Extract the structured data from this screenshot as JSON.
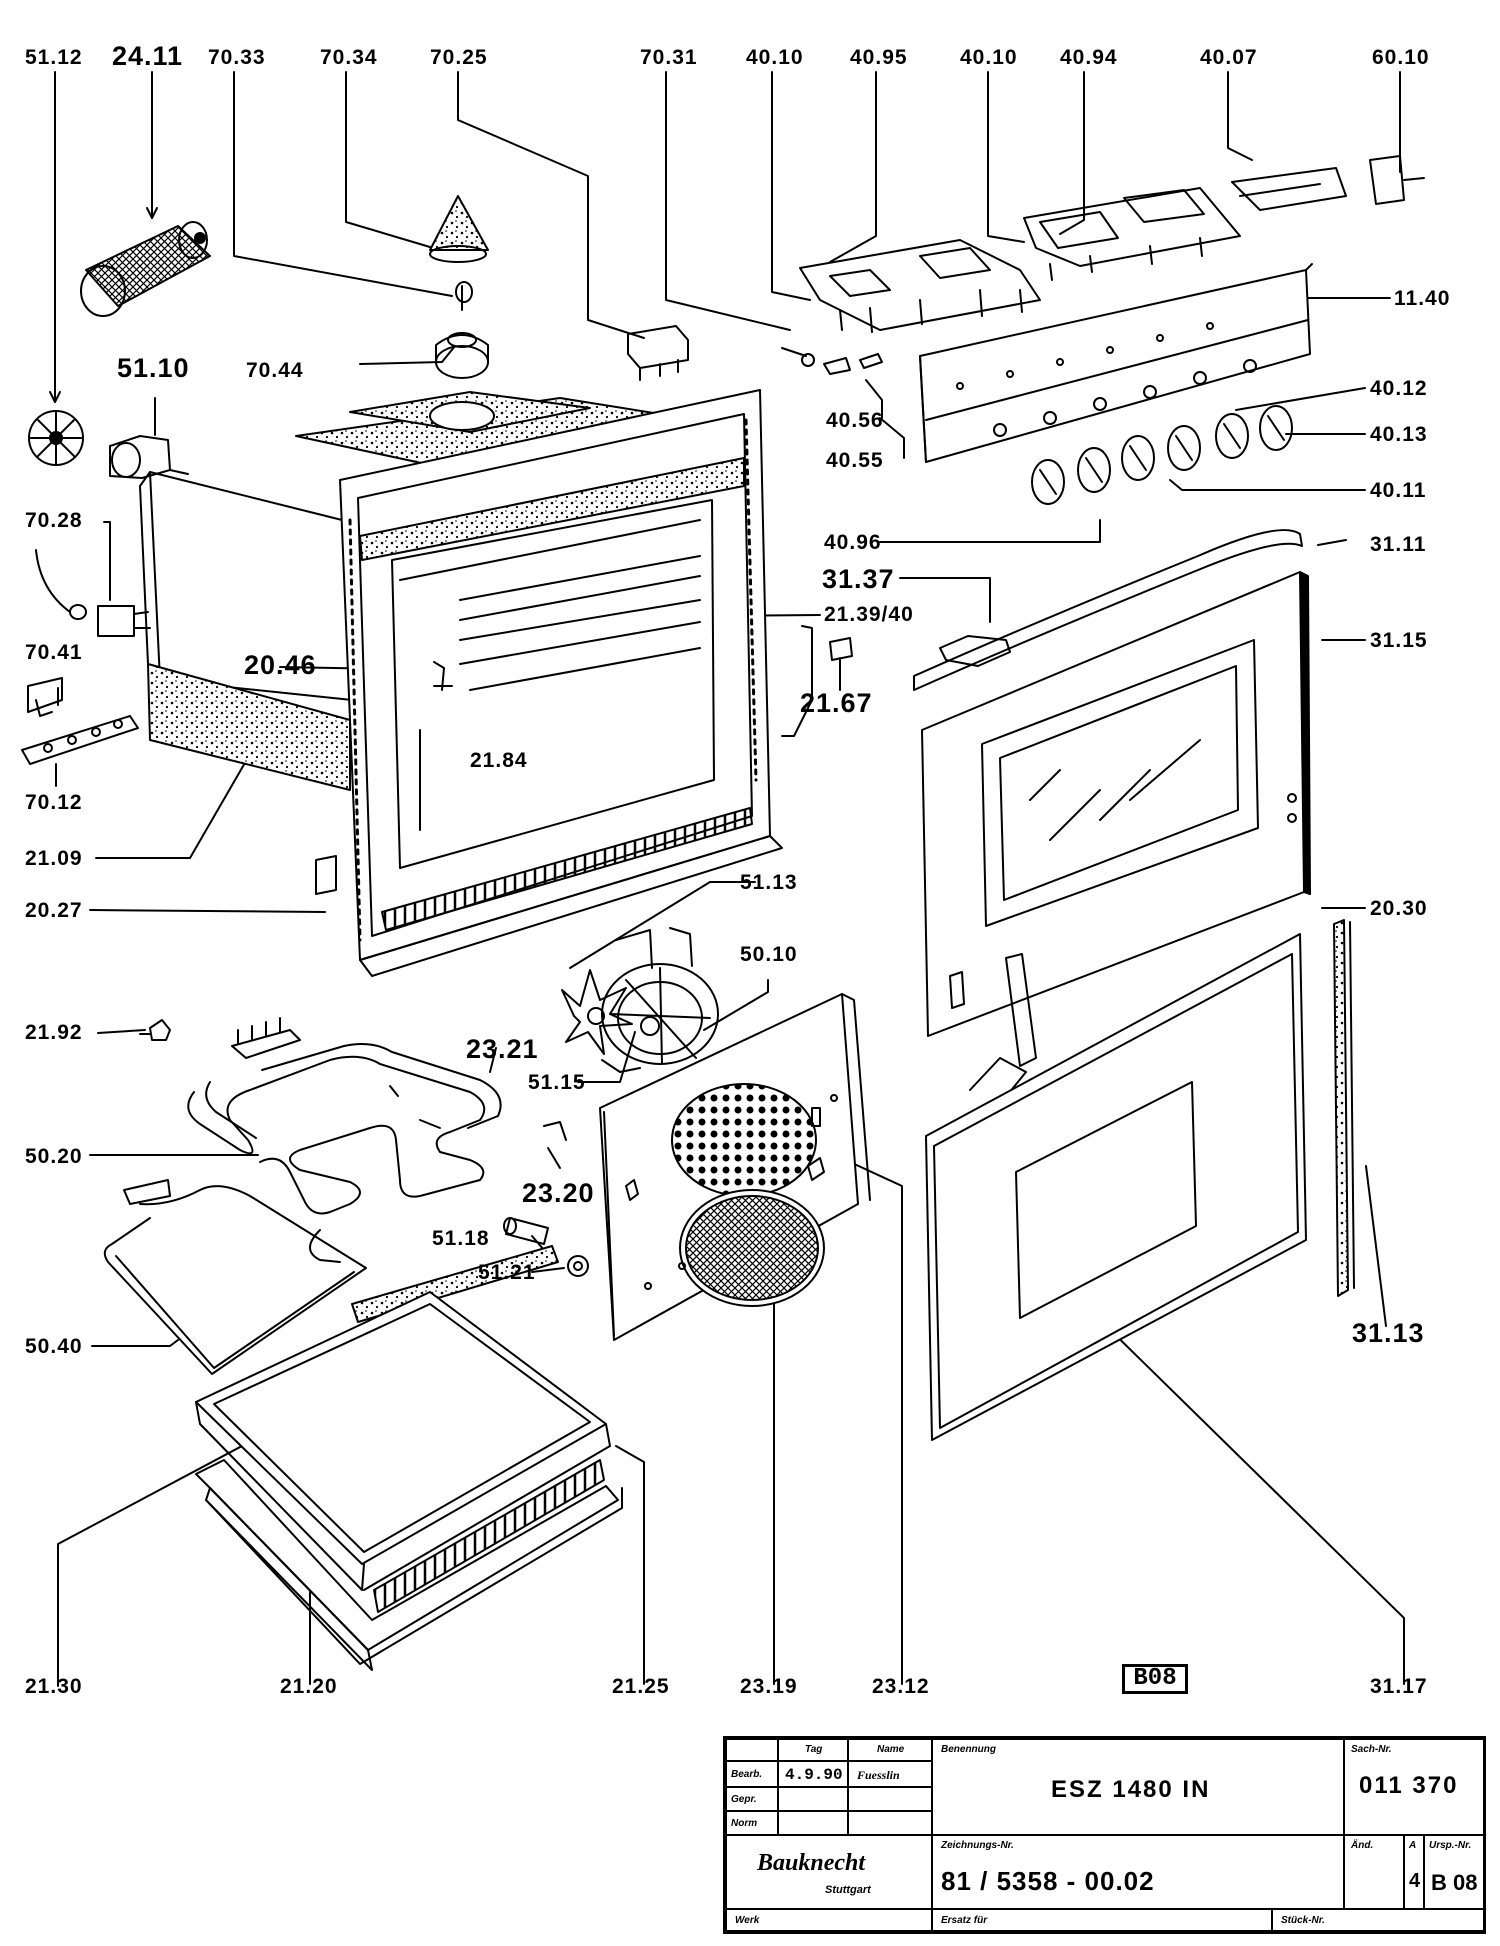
{
  "part_labels": {
    "l_51_12": "51.12",
    "l_24_11": "24.11",
    "l_70_33": "70.33",
    "l_70_34": "70.34",
    "l_70_25": "70.25",
    "l_70_31": "70.31",
    "l_40_10a": "40.10",
    "l_40_95": "40.95",
    "l_40_10b": "40.10",
    "l_40_94": "40.94",
    "l_40_07": "40.07",
    "l_60_10": "60.10",
    "l_11_40": "11.40",
    "l_40_12": "40.12",
    "l_40_13": "40.13",
    "l_40_11": "40.11",
    "l_51_10": "51.10",
    "l_70_44": "70.44",
    "l_40_56": "40.56",
    "l_40_55": "40.55",
    "l_70_28": "70.28",
    "l_40_96": "40.96",
    "l_31_11": "31.11",
    "l_31_37": "31.37",
    "l_21_39_40": "21.39/40",
    "l_70_41": "70.41",
    "l_20_46": "20.46",
    "l_31_15": "31.15",
    "l_21_67": "21.67",
    "l_21_84": "21.84",
    "l_70_12": "70.12",
    "l_21_09": "21.09",
    "l_20_27": "20.27",
    "l_51_13": "51.13",
    "l_20_30": "20.30",
    "l_50_10": "50.10",
    "l_21_92": "21.92",
    "l_23_21": "23.21",
    "l_51_15": "51.15",
    "l_50_20": "50.20",
    "l_23_20": "23.20",
    "l_51_18": "51.18",
    "l_51_21": "51.21",
    "l_31_13": "31.13",
    "l_50_40": "50.40",
    "l_21_30": "21.30",
    "l_21_20": "21.20",
    "l_21_25": "21.25",
    "l_23_19": "23.19",
    "l_23_12": "23.12",
    "l_31_17": "31.17"
  },
  "sheet_stamp": "B08",
  "title_block": {
    "col_tag": "Tag",
    "col_name": "Name",
    "row_bearb": "Bearb.",
    "row_gepr": "Gepr.",
    "row_norm": "Norm",
    "date": "4.9.90",
    "signature": "Fuesslin",
    "benennung_label": "Benennung",
    "benennung": "ESZ 1480 IN",
    "sach_label": "Sach-Nr.",
    "sach_nr": "011 370",
    "zeichnung_label": "Zeichnungs-Nr.",
    "zeichnung_nr": "81 / 5358 - 00.02",
    "aend_label": "Änd.",
    "a_label": "A",
    "a_value": "4",
    "urspr_label": "Ursp.-Nr.",
    "urspr_value": "B 08",
    "brand": "Bauknecht",
    "brand_city": "Stuttgart",
    "werk_label": "Werk",
    "ersatz_label": "Ersatz für",
    "stueck_label": "Stück-Nr."
  }
}
